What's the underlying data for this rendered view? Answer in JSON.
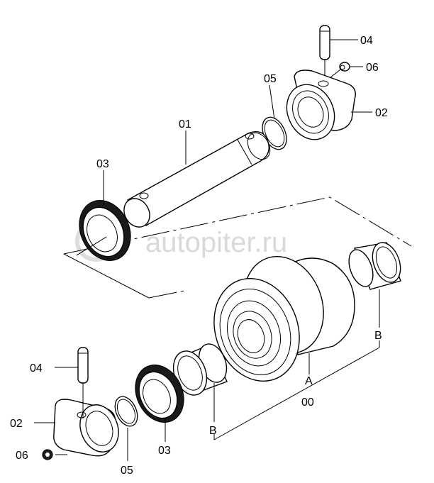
{
  "labels": {
    "p01": "01",
    "p02_top": "02",
    "p02_bottom": "02",
    "p03_top": "03",
    "p03_bottom": "03",
    "p04_top": "04",
    "p04_bottom": "04",
    "p05_top": "05",
    "p05_bottom": "05",
    "p06_top": "06",
    "p06_bottom": "06",
    "p00": "00",
    "ref_a": "A",
    "ref_b_left": "B",
    "ref_b_right": "B"
  },
  "watermark": "autopiter.ru"
}
